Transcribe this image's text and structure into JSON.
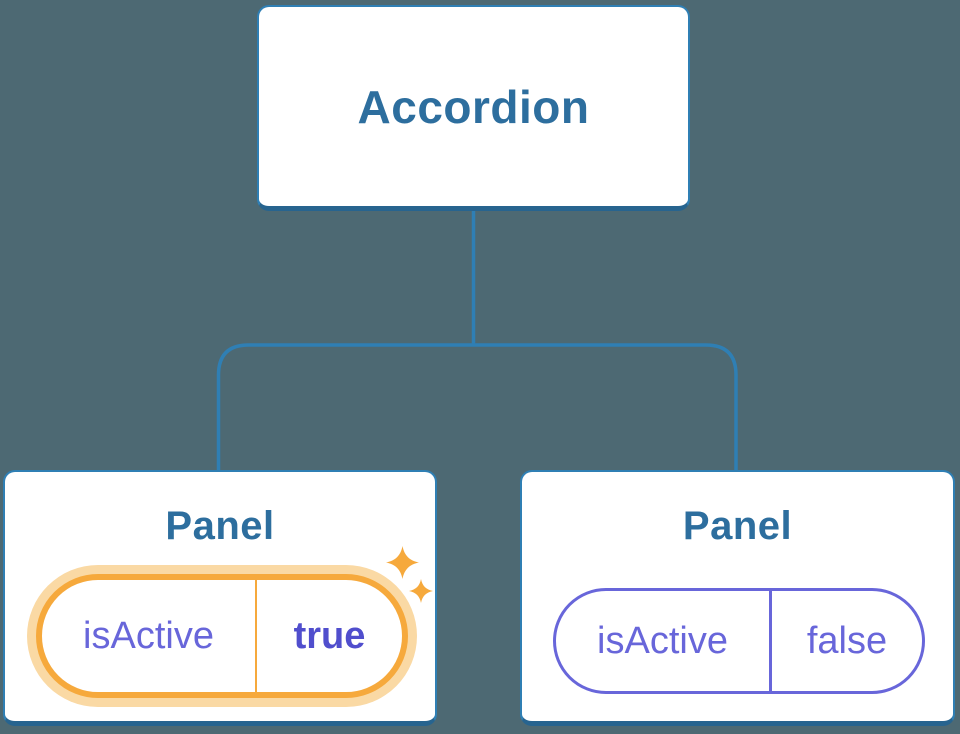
{
  "tree": {
    "root": {
      "label": "Accordion"
    },
    "children": [
      {
        "label": "Panel",
        "state": {
          "name": "isActive",
          "value": "true"
        },
        "highlighted": true,
        "highlight_icon": "sparkles-icon"
      },
      {
        "label": "Panel",
        "state": {
          "name": "isActive",
          "value": "false"
        },
        "highlighted": false
      }
    ]
  },
  "colors": {
    "background": "#4D6973",
    "card_fill": "#FFFFFF",
    "card_border": "#2F7FB4",
    "card_border_bottom": "#27648F",
    "card_label_text": "#2D6E9E",
    "connector_line": "#2F7FB4",
    "state_text": "#6866DA",
    "state_value_active": "#504ECD",
    "highlight_orange": "#F6A93C",
    "highlight_glow": "#FAD9A4"
  }
}
